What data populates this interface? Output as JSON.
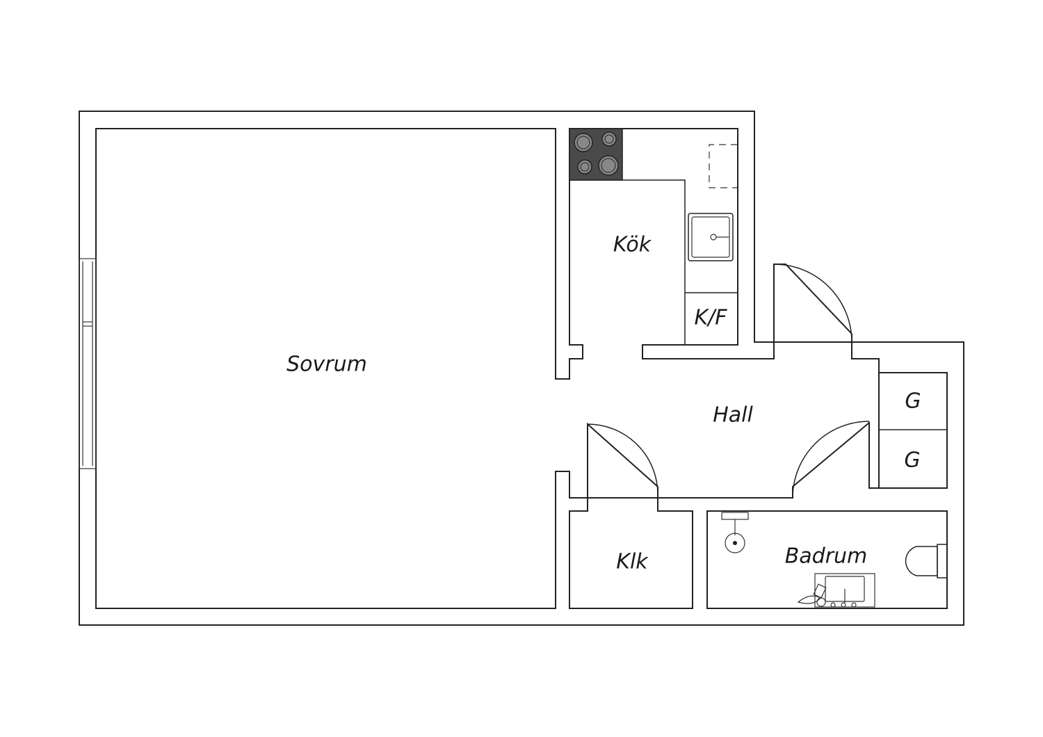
{
  "plan": {
    "rooms": {
      "sovrum": "Sovrum",
      "kok": "Kök",
      "kf": "K/F",
      "hall": "Hall",
      "garderob_1": "G",
      "garderob_2": "G",
      "klk": "Klk",
      "badrum": "Badrum"
    },
    "fixtures": [
      "stove-icon",
      "sink-icon",
      "fridge-freezer-icon",
      "wardrobe-icon",
      "shower-icon",
      "washbasin-icon",
      "toilet-icon",
      "window-icon",
      "door-icon"
    ],
    "colors": {
      "wall": "#222222",
      "stove": "#4a4a4a",
      "background": "#ffffff"
    }
  }
}
